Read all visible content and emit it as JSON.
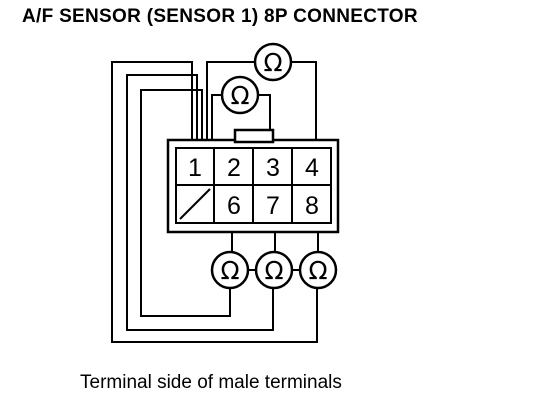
{
  "title": "A/F SENSOR (SENSOR 1) 8P CONNECTOR",
  "caption": "Terminal side of male terminals",
  "connector": {
    "top_row": [
      "1",
      "2",
      "3",
      "4"
    ],
    "bottom_row": [
      "",
      "6",
      "7",
      "8"
    ]
  },
  "meters": [
    "Ω",
    "Ω",
    "Ω",
    "Ω",
    "Ω"
  ]
}
